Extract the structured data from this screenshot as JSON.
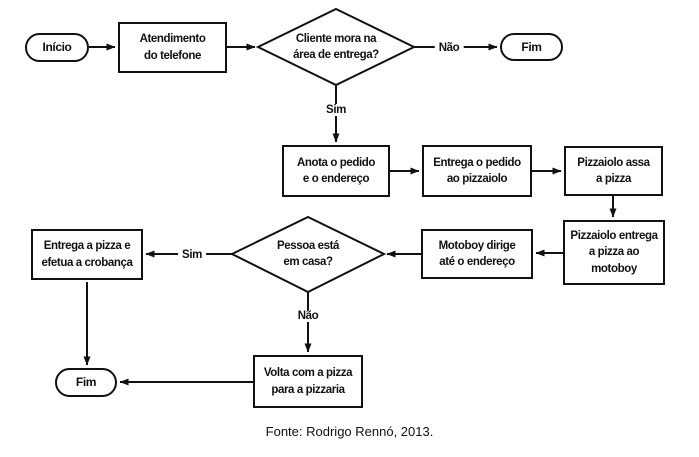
{
  "flowchart": {
    "nodes": [
      {
        "id": "start",
        "type": "terminator",
        "label": "Início"
      },
      {
        "id": "p1",
        "type": "process",
        "label": "Atendimento\ndo telefone"
      },
      {
        "id": "d1",
        "type": "decision",
        "label": "Cliente mora na\nárea de entrega?"
      },
      {
        "id": "end1",
        "type": "terminator",
        "label": "Fim"
      },
      {
        "id": "p2",
        "type": "process",
        "label": "Anota o pedido\ne o endereço"
      },
      {
        "id": "p3",
        "type": "process",
        "label": "Entrega o pedido\nao pizzaiolo"
      },
      {
        "id": "p4",
        "type": "process",
        "label": "Pizzaiolo assa\na pizza"
      },
      {
        "id": "p5",
        "type": "process",
        "label": "Pizzaiolo entrega\na pizza ao\nmotoboy"
      },
      {
        "id": "p6",
        "type": "process",
        "label": "Motoboy dirige\naté o endereço"
      },
      {
        "id": "d2",
        "type": "decision",
        "label": "Pessoa está\nem casa?"
      },
      {
        "id": "p7",
        "type": "process",
        "label": "Entrega a pizza e\nefetua a crobança"
      },
      {
        "id": "p8",
        "type": "process",
        "label": "Volta com a pizza\npara a pizzaria"
      },
      {
        "id": "end2",
        "type": "terminator",
        "label": "Fim"
      }
    ],
    "edge_labels": {
      "d1_no": "Não",
      "d1_yes": "Sim",
      "d2_yes": "Sim",
      "d2_no": "Não"
    },
    "edges": [
      {
        "from": "start",
        "to": "p1"
      },
      {
        "from": "p1",
        "to": "d1"
      },
      {
        "from": "d1",
        "to": "end1",
        "label": "Não"
      },
      {
        "from": "d1",
        "to": "p2",
        "label": "Sim"
      },
      {
        "from": "p2",
        "to": "p3"
      },
      {
        "from": "p3",
        "to": "p4"
      },
      {
        "from": "p4",
        "to": "p5"
      },
      {
        "from": "p5",
        "to": "p6"
      },
      {
        "from": "p6",
        "to": "d2"
      },
      {
        "from": "d2",
        "to": "p7",
        "label": "Sim"
      },
      {
        "from": "d2",
        "to": "p8",
        "label": "Não"
      },
      {
        "from": "p7",
        "to": "end2"
      },
      {
        "from": "p8",
        "to": "end2"
      }
    ],
    "source_caption": "Fonte: Rodrigo Rennó, 2013.",
    "colors": {
      "stroke": "#111111",
      "background": "#ffffff"
    }
  }
}
